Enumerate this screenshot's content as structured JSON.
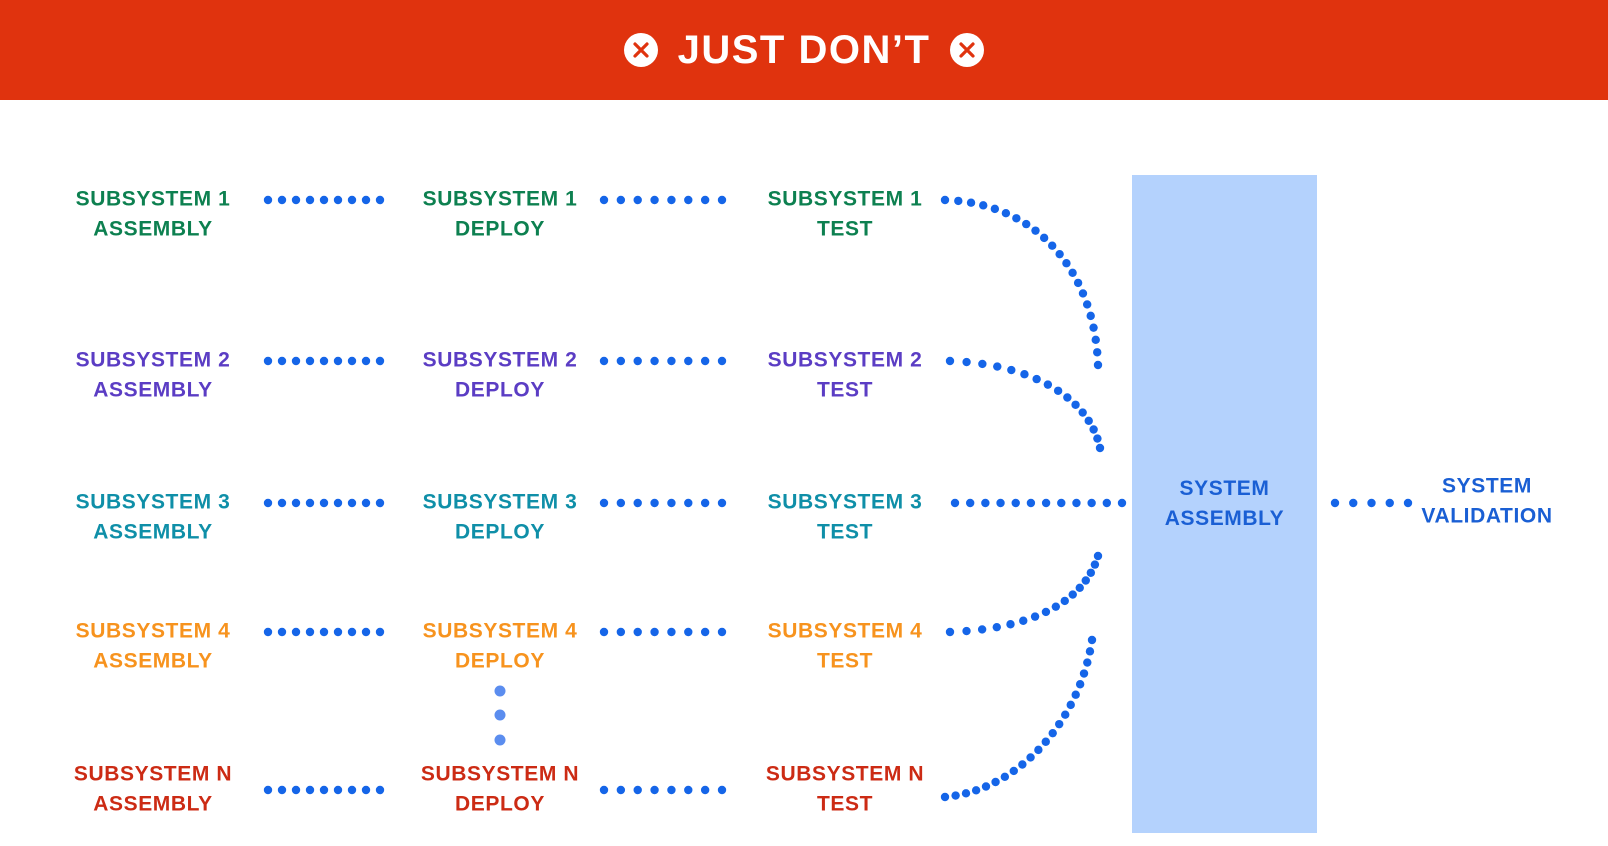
{
  "header": {
    "title": "JUST DON’T",
    "background_color": "#e0330e",
    "text_color": "#ffffff",
    "left_icon": "circle-x-icon",
    "right_icon": "circle-x-icon"
  },
  "colors": {
    "connector_blue": "#1565e8",
    "ellipsis_blue": "#5b8def",
    "system_box_fill": "#b4d2fd",
    "system_text": "#1a5fd4",
    "row1": "#0d8050",
    "row2": "#5b3dc4",
    "row3": "#0f8fa8",
    "row4": "#f7931e",
    "rowN": "#cc2b14"
  },
  "diagram": {
    "columns": [
      "ASSEMBLY",
      "DEPLOY",
      "TEST"
    ],
    "rows": [
      {
        "id": "subsystem-1",
        "color": "#0d8050",
        "assembly": "SUBSYSTEM 1\nASSEMBLY",
        "deploy": "SUBSYSTEM 1\nDEPLOY",
        "test": "SUBSYSTEM 1\nTEST"
      },
      {
        "id": "subsystem-2",
        "color": "#5b3dc4",
        "assembly": "SUBSYSTEM 2\nASSEMBLY",
        "deploy": "SUBSYSTEM 2\nDEPLOY",
        "test": "SUBSYSTEM 2\nTEST"
      },
      {
        "id": "subsystem-3",
        "color": "#0f8fa8",
        "assembly": "SUBSYSTEM 3\nASSEMBLY",
        "deploy": "SUBSYSTEM 3\nDEPLOY",
        "test": "SUBSYSTEM 3\nTEST"
      },
      {
        "id": "subsystem-4",
        "color": "#f7931e",
        "assembly": "SUBSYSTEM 4\nASSEMBLY",
        "deploy": "SUBSYSTEM 4\nDEPLOY",
        "test": "SUBSYSTEM 4\nTEST"
      },
      {
        "id": "subsystem-n",
        "color": "#cc2b14",
        "assembly": "SUBSYSTEM N\nASSEMBLY",
        "deploy": "SUBSYSTEM N\nDEPLOY",
        "test": "SUBSYSTEM N\nTEST"
      }
    ],
    "system_assembly": "SYSTEM\nASSEMBLY",
    "system_validation": "SYSTEM\nVALIDATION",
    "vertical_ellipsis": "⋮"
  }
}
